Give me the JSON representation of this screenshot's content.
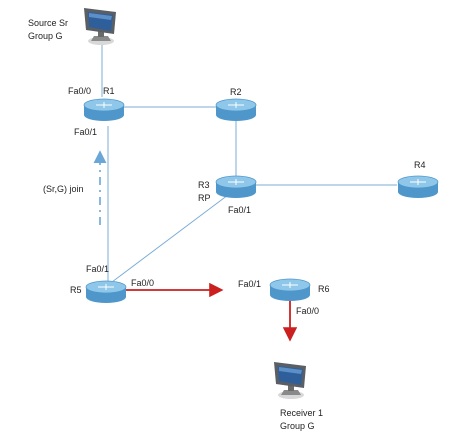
{
  "hosts": {
    "source": {
      "line1": "Source Sr",
      "line2": "Group G",
      "icon": "computer-icon"
    },
    "receiver": {
      "line1": "Receiver 1",
      "line2": "Group G",
      "icon": "computer-icon"
    }
  },
  "routers": {
    "r1": {
      "name": "R1",
      "icon": "router-icon"
    },
    "r2": {
      "name": "R2",
      "icon": "router-icon"
    },
    "r3": {
      "name": "R3",
      "role": "RP",
      "icon": "router-icon"
    },
    "r4": {
      "name": "R4",
      "icon": "router-icon"
    },
    "r5": {
      "name": "R5",
      "icon": "router-icon"
    },
    "r6": {
      "name": "R6",
      "icon": "router-icon"
    }
  },
  "interfaces": {
    "r1_up": "Fa0/0",
    "r1_down": "Fa0/1",
    "r3": "Fa0/1",
    "r5_up": "Fa0/1",
    "r5_right": "Fa0/0",
    "r6_left": "Fa0/1",
    "r6_down": "Fa0/0"
  },
  "join": {
    "label": "(Sr,G) join"
  },
  "colors": {
    "link": "#7eaed6",
    "join_arrow": "#6aa6d6",
    "traffic": "#cc1f1f",
    "router_body": "#5aa2d4",
    "router_top": "#8ec7ea"
  }
}
